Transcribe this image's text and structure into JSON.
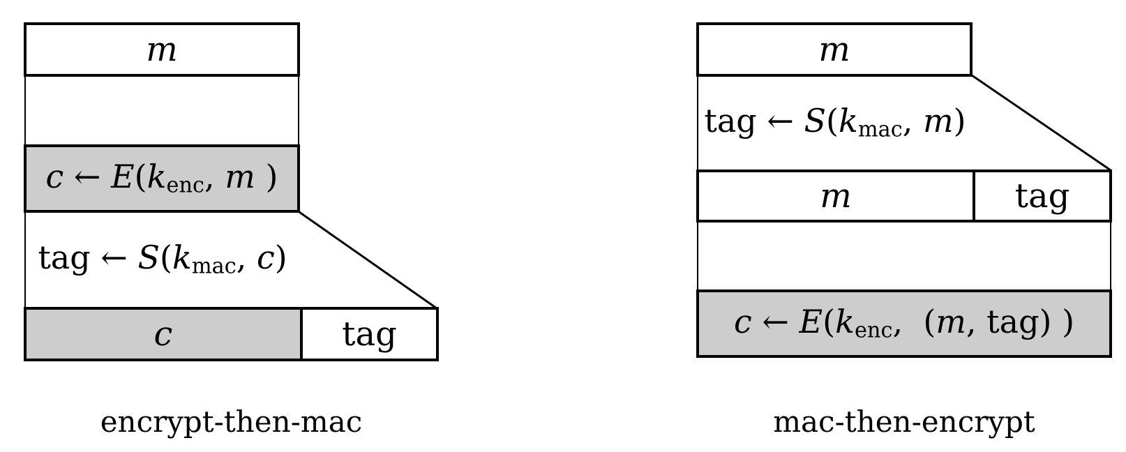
{
  "left": {
    "label": "encrypt-then-mac",
    "message": "m",
    "encrypt_formula": [
      "c",
      " ← ",
      "E",
      "(",
      "k",
      "enc",
      ", ",
      "m",
      " )"
    ],
    "tag_formula": [
      "tag",
      " ← ",
      "S",
      "(",
      "k",
      "mac",
      ", ",
      "c",
      ")"
    ],
    "output": {
      "cipher": "c",
      "tag": "tag"
    }
  },
  "right": {
    "label": "mac-then-encrypt",
    "message": "m",
    "tag_formula": [
      "tag",
      " ← ",
      "S",
      "(",
      "k",
      "mac",
      ", ",
      "m",
      ")"
    ],
    "intermediate": {
      "message": "m",
      "tag": "tag"
    },
    "encrypt_formula": [
      "c",
      " ← ",
      "E",
      "(",
      "k",
      "enc",
      ",  (",
      "m",
      ", ",
      "tag",
      ") )"
    ]
  },
  "colors": {
    "shaded_fill": "#cdcdcd",
    "stroke": "#000000",
    "background": "#ffffff"
  }
}
